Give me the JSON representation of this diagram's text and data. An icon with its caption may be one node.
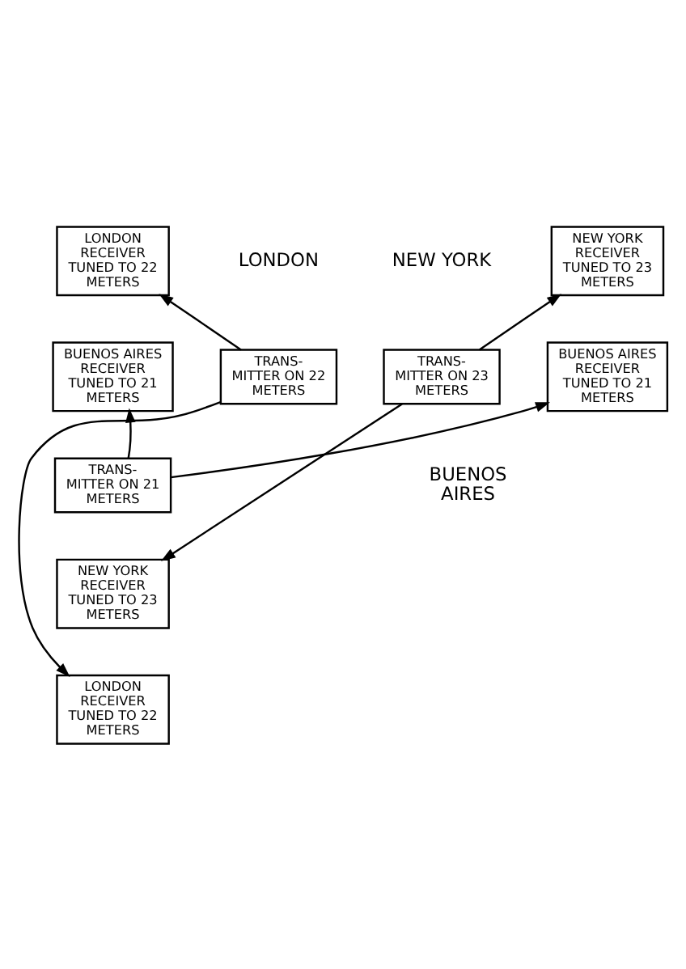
{
  "diagram": {
    "nodes": [
      {
        "text": [
          "TRANS- MITTER ON 23 METERS"
        ]
      },
      {
        "text": [
          "TRANS- MITTER ON 22 METERS"
        ]
      },
      {
        "text": [
          "LONDON RECEIVER TUNED TO 22 METERS"
        ]
      },
      {
        "text": [
          "NEW YORK RECEIVER TUNED TO 23 METERS"
        ]
      },
      {
        "text": [
          "BUENOS AIRES RECEIVER TUNED TO 21 METERS"
        ]
      },
      {
        "text": [
          "BUENOS AIRES RECEIVER TUNED TO 21 METERS"
        ]
      },
      {
        "text": [
          "TRANS- MITTER ON 21 METERS"
        ]
      },
      {
        "text": [
          "NEW YORK RECEIVER TUNED TO 23 METERS"
        ]
      },
      {
        "text": [
          "LONDON RECEIVER TUNED TO 22 METERS"
        ]
      }
    ],
    "edges": [
      {
        "from": 0,
        "to": 3,
        "arrow": "to"
      },
      {
        "from": 0,
        "to": 7,
        "arrow": "to"
      },
      {
        "from": 1,
        "to": 2,
        "arrow": "to"
      },
      {
        "from": 1,
        "to": 8,
        "arrow": "to"
      },
      {
        "from": 6,
        "to": 4,
        "arrow": "to"
      },
      {
        "from": 6,
        "to": 5,
        "arrow": "to"
      }
    ],
    "labels": [
      "NEW YORK",
      "LONDON",
      "BUENOS AIRES"
    ]
  }
}
